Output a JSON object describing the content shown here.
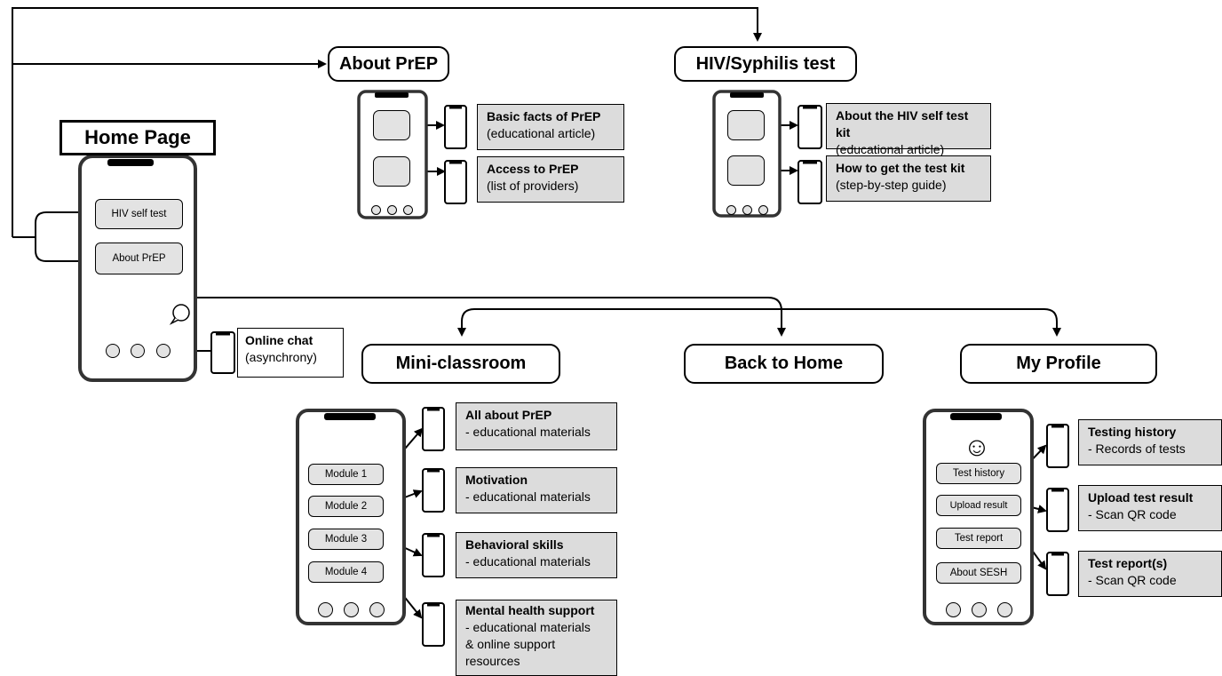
{
  "home": {
    "title": "Home Page",
    "buttons": [
      "HIV self test",
      "About PrEP"
    ],
    "chat": {
      "title": "Online chat",
      "sub": "(asynchrony)"
    }
  },
  "about_prep": {
    "title": "About PrEP",
    "items": [
      {
        "title": "Basic facts of PrEP",
        "sub": "(educational article)"
      },
      {
        "title": "Access to PrEP",
        "sub": "(list of providers)"
      }
    ]
  },
  "hiv_test": {
    "title": "HIV/Syphilis  test",
    "items": [
      {
        "title": "About the HIV self test kit",
        "sub": "(educational article)"
      },
      {
        "title": "How to get the test kit",
        "sub": "(step-by-step guide)"
      }
    ]
  },
  "mini_classroom": {
    "title": "Mini-classroom",
    "modules": [
      "Module 1",
      "Module 2",
      "Module 3",
      "Module 4"
    ],
    "items": [
      {
        "title": "All about PrEP",
        "lines": [
          "- educational materials"
        ]
      },
      {
        "title": "Motivation",
        "lines": [
          "- educational materials"
        ]
      },
      {
        "title": "Behavioral skills",
        "lines": [
          "- educational materials"
        ]
      },
      {
        "title": "Mental health support",
        "lines": [
          "- educational materials",
          "& online support",
          "resources"
        ]
      }
    ]
  },
  "back_home": {
    "title": "Back to Home"
  },
  "my_profile": {
    "title": "My Profile",
    "smiley": "☺",
    "buttons": [
      "Test history",
      "Upload result",
      "Test report",
      "About SESH"
    ],
    "items": [
      {
        "title": "Testing history",
        "sub": "- Records of tests"
      },
      {
        "title": "Upload test result",
        "sub": "- Scan QR code"
      },
      {
        "title": "Test report(s)",
        "sub": "- Scan QR code"
      }
    ]
  },
  "colors": {
    "box_fill": "#dcdcdc",
    "button_fill": "#e3e3e3",
    "line": "#000000"
  }
}
